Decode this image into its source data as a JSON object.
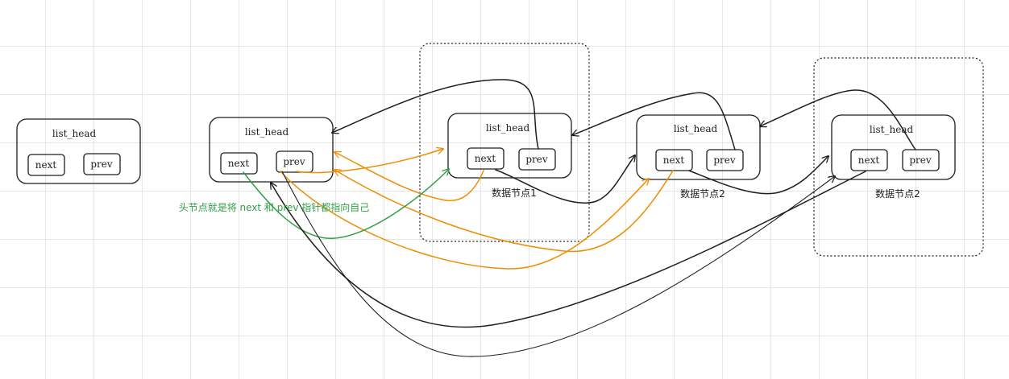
{
  "nodes": {
    "standalone": {
      "title": "list_head",
      "next": "next",
      "prev": "prev"
    },
    "head": {
      "title": "list_head",
      "next": "next",
      "prev": "prev"
    },
    "data1": {
      "title": "list_head",
      "next": "next",
      "prev": "prev",
      "caption": "数据节点1"
    },
    "data2": {
      "title": "list_head",
      "next": "next",
      "prev": "prev",
      "caption": "数据节点2"
    },
    "data3": {
      "title": "list_head",
      "next": "next",
      "prev": "prev",
      "caption": "数据节点2"
    }
  },
  "annotation": "头节点就是将 next 和 prev 指针都指向自己",
  "colors": {
    "stroke": "#1e1e1e",
    "orange": "#f08c00",
    "green": "#2f9e44",
    "grid": "#e6e6e6"
  }
}
